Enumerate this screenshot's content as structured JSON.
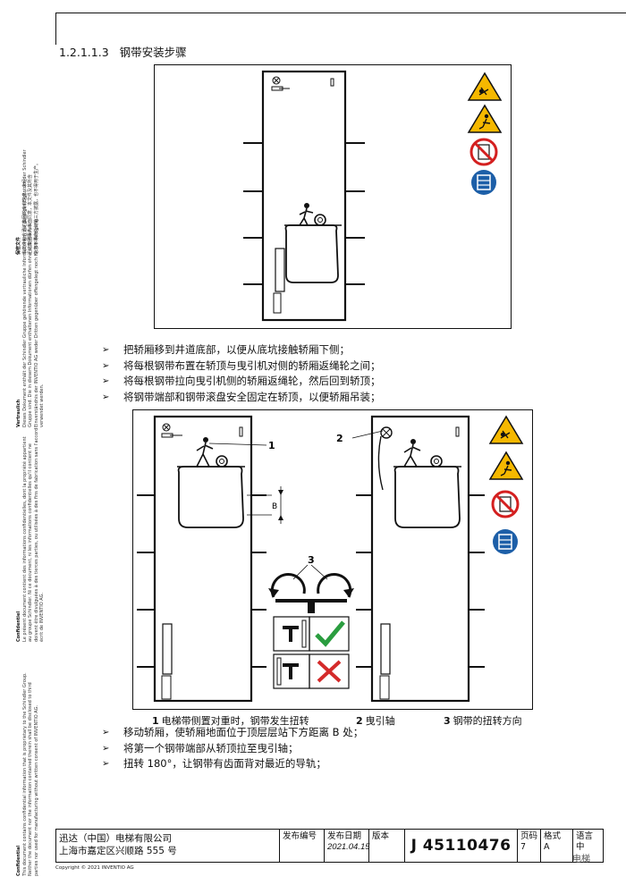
{
  "sidebar": {
    "block1_title": "保密文件",
    "block1_lines": [
      "本文件包含迅达集团的专有信息，未经",
      "迅达集团事先书面同意，本文件及其所含",
      "信息不得向任何第三方披露，也不得用于生产。"
    ],
    "block2_title": "Vertraulich",
    "block2_lines": [
      "Dieses Dokument enthält der Schindler Gruppe gehörende vertrauliche Informationen, die geistiges Eigentum der Schindler",
      "Gruppe sind. Die in diesem Dokument enthaltenen Informationen dürfen ohne schriftliches",
      "Einverständnis der INVENTIO AG weder Dritten gegenüber offengelegt noch für die Fertigung",
      "verwendet werden."
    ],
    "block3_title": "Confidentiel",
    "block3_lines": [
      "Le présent document contient des informations confidentielles, dont la propriété appartient",
      "au groupe Schindler. Ni ce document, ni les informations confidentielles qu'il contient ne",
      "doivent être divulguées à des tierces parties, ou utilisées à des fins de fabrication sans l'accord",
      "écrit de INVENTIO AG."
    ],
    "block4_title": "Confidential",
    "block4_lines": [
      "This document contains confidential information that is proprietary to the Schindler Group.",
      "Neither the document nor the information contained therein shall be disclosed to third",
      "parties nor used for manufacturing without written consent of INVENTIO AG."
    ]
  },
  "section": {
    "number": "1.2.1.1.3",
    "title": "钢带安装步骤"
  },
  "bullets_top": [
    "把轿厢移到井道底部，以便从底坑接触轿厢下侧；",
    "将每根钢带布置在轿顶与曳引机对侧的轿厢返绳轮之间；",
    "将每根钢带拉向曳引机侧的轿厢返绳轮，然后回到轿顶；",
    "将钢带端部和钢带滚盘安全固定在轿顶，以便轿厢吊装；"
  ],
  "figure2": {
    "callout_1": "1",
    "callout_2": "2",
    "callout_3": "3",
    "dim_label": "B"
  },
  "legend": [
    {
      "num": "1",
      "text": "电梯带侧置对重时，钢带发生扭转"
    },
    {
      "num": "2",
      "text": "曳引轴"
    },
    {
      "num": "3",
      "text": "钢带的扭转方向"
    }
  ],
  "bullets_bottom": [
    "移动轿厢，使轿厢地面位于顶层层站下方距离 B 处；",
    "将第一个钢带端部从轿顶拉至曳引轴；",
    "扭转 180°，让钢带有齿面背对最近的导轨；"
  ],
  "bullet_marker": "➢",
  "footer": {
    "company_line1": "迅达（中国）电梯有限公司",
    "company_line2": "上海市嘉定区兴顺路 555 号",
    "label_issue_no": "发布编号",
    "label_issue_date": "发布日期",
    "issue_date": "2021.04.15",
    "label_version": "版本",
    "doc_number": "J 45110476",
    "label_page": "页码",
    "page": "7",
    "label_format": "格式",
    "format": "A",
    "label_language": "语言",
    "language": "中"
  },
  "copyright": "Copyright © 2021 INVENTIO AG",
  "watermark": "电梯",
  "colors": {
    "warning_yellow": "#f5b800",
    "prohibit_red": "#d42020",
    "mandatory_blue": "#1d5fa8",
    "check_green": "#2a9d3f",
    "cross_red": "#d42a2a"
  }
}
